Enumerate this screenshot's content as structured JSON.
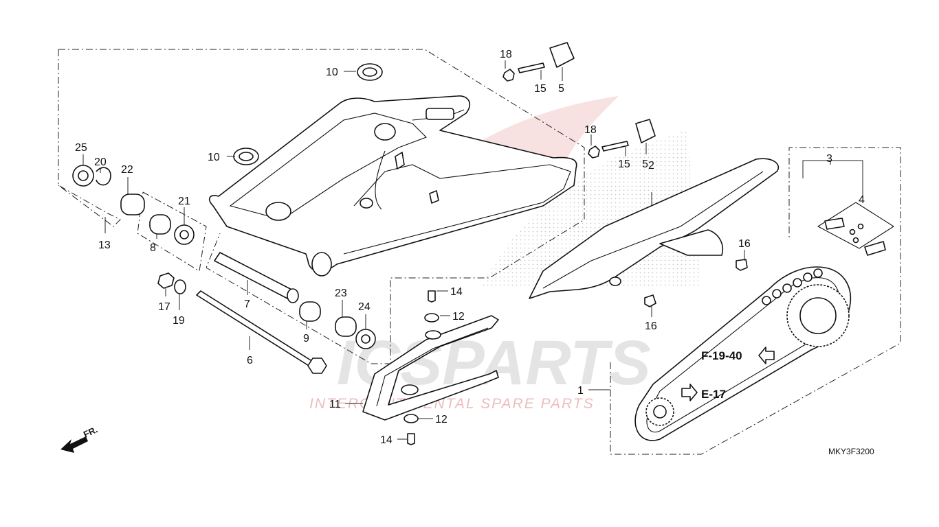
{
  "diagram": {
    "code": "MKY3F3200",
    "front_label": "FR.",
    "refs": {
      "ref_f": "F-19-40",
      "ref_e": "E-17"
    },
    "watermark": {
      "brand": "ICSPARTS",
      "tagline": "INTERCONTINENTAL SPARE PARTS"
    },
    "callouts": {
      "c1": "1",
      "c2": "2",
      "c3": "3",
      "c4": "4",
      "c5a": "5",
      "c5b": "5",
      "c6": "6",
      "c7": "7",
      "c8": "8",
      "c9": "9",
      "c10a": "10",
      "c10b": "10",
      "c11": "11",
      "c12a": "12",
      "c12b": "12",
      "c13": "13",
      "c14a": "14",
      "c14b": "14",
      "c15a": "15",
      "c15b": "15",
      "c16a": "16",
      "c16b": "16",
      "c17": "17",
      "c18a": "18",
      "c18b": "18",
      "c19": "19",
      "c20": "20",
      "c21": "21",
      "c22": "22",
      "c23": "23",
      "c24": "24",
      "c25": "25"
    }
  }
}
